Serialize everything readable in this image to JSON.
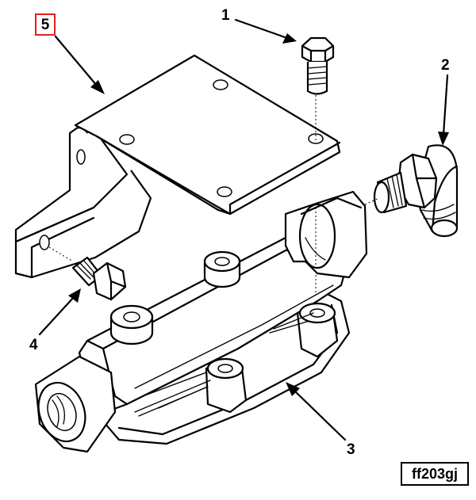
{
  "callouts": {
    "c1": "1",
    "c2": "2",
    "c3": "3",
    "c4": "4",
    "c5": "5"
  },
  "figure_code": "ff203gj",
  "highlight_color": "#e02020"
}
